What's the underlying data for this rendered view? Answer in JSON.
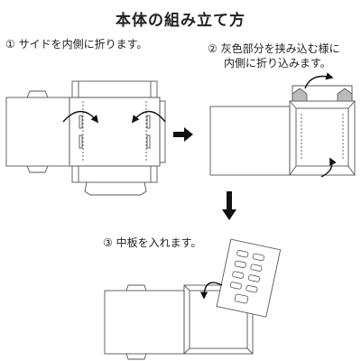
{
  "title": "本体の組み立て方",
  "steps": [
    {
      "number": "①",
      "text": "サイドを内側に折ります。"
    },
    {
      "number": "②",
      "text": "灰色部分を挟み込む様に",
      "text_line2": "内側に折り込みます。"
    },
    {
      "number": "③",
      "text": "中板を入れます。"
    }
  ],
  "colors": {
    "line": "#555555",
    "gray_fill": "#bbbbbb",
    "arrow": "#111111"
  }
}
